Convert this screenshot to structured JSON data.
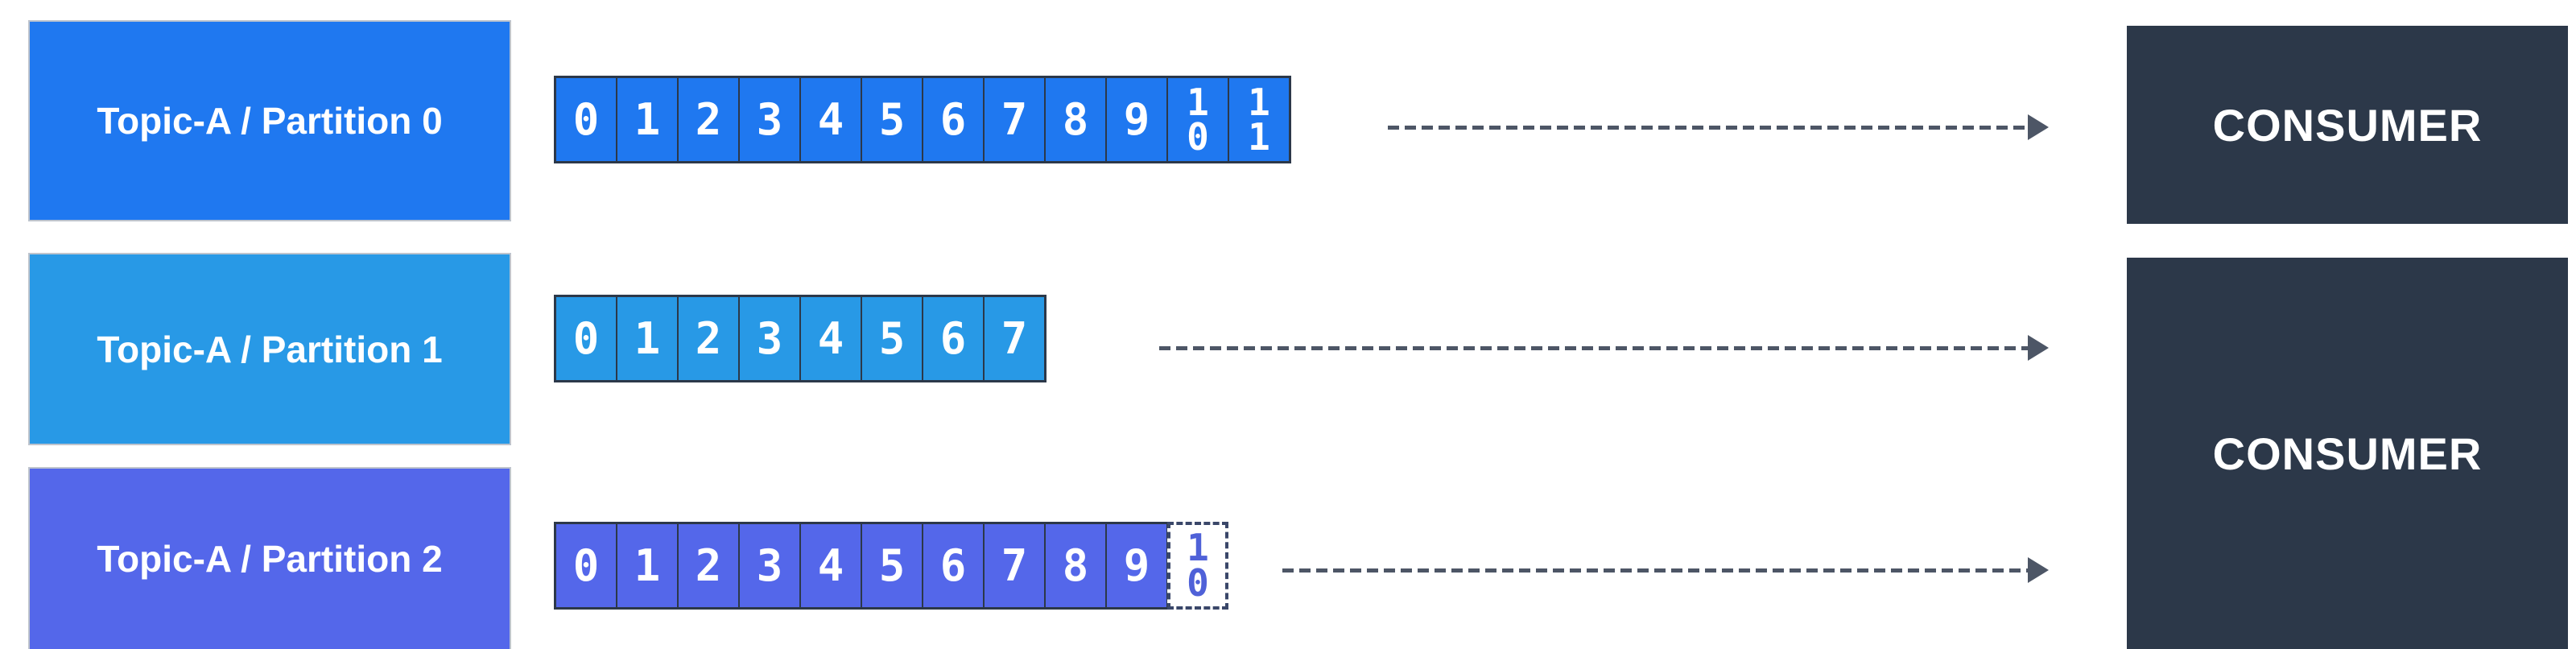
{
  "page": {
    "background": "#ffffff"
  },
  "partitions": [
    {
      "label": "Topic-A / Partition 0",
      "color": "#1f78f0",
      "offsets": [
        "0",
        "1",
        "2",
        "3",
        "4",
        "5",
        "6",
        "7",
        "8",
        "9",
        "10",
        "11"
      ],
      "pending_offset": null
    },
    {
      "label": "Topic-A / Partition 1",
      "color": "#2899e6",
      "offsets": [
        "0",
        "1",
        "2",
        "3",
        "4",
        "5",
        "6",
        "7"
      ],
      "pending_offset": null
    },
    {
      "label": "Topic-A / Partition 2",
      "color": "#5467ea",
      "offsets": [
        "0",
        "1",
        "2",
        "3",
        "4",
        "5",
        "6",
        "7",
        "8",
        "9"
      ],
      "pending_offset": "10"
    }
  ],
  "consumers": [
    {
      "label": "CONSUMER"
    },
    {
      "label": "CONSUMER"
    }
  ],
  "colors": {
    "consumer_box": "#2c3849",
    "cell_border": "#2c3849",
    "cell_text": "#ffffff",
    "label_text": "#ffffff",
    "arrow": "#4d5666",
    "pending_cell_bg": "#ffffff",
    "pending_cell_text": "#4f61d8",
    "pending_cell_border": "#3a4769"
  }
}
